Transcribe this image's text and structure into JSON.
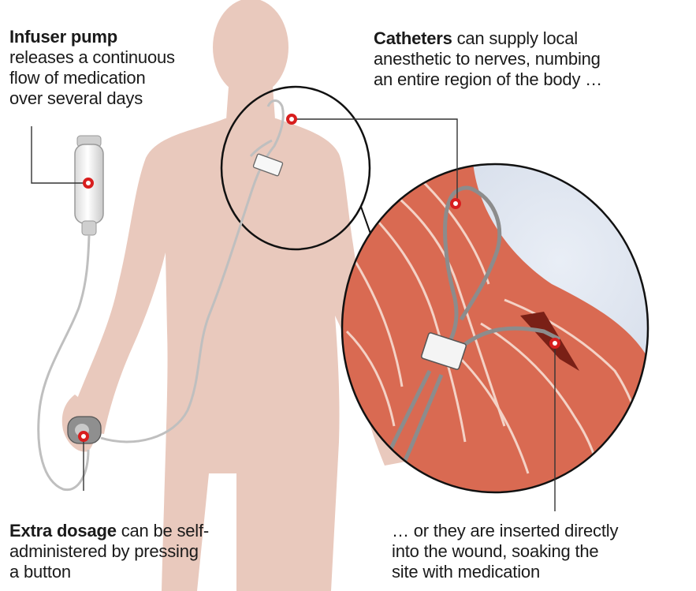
{
  "callouts": {
    "infuser": {
      "title": "Infuser pump",
      "lines": [
        "releases a continuous",
        "flow of medication",
        "over several days"
      ]
    },
    "catheters": {
      "title": "Catheters",
      "first_line_rest": " can supply local",
      "lines": [
        "anesthetic to nerves, numbing",
        "an entire region of the body …"
      ]
    },
    "extra_dosage": {
      "title": "Extra dosage",
      "first_line_rest": " can be self-",
      "lines": [
        "administered by pressing",
        "a button"
      ]
    },
    "wound": {
      "lines": [
        "… or they are inserted directly",
        "into the wound, soaking the",
        "site with medication"
      ]
    }
  },
  "colors": {
    "body_fill": "#e9c9bd",
    "muscle": "#c8553d",
    "marker_red": "#d81e1e",
    "leader": "#333333",
    "tube": "#bfbfbf"
  }
}
